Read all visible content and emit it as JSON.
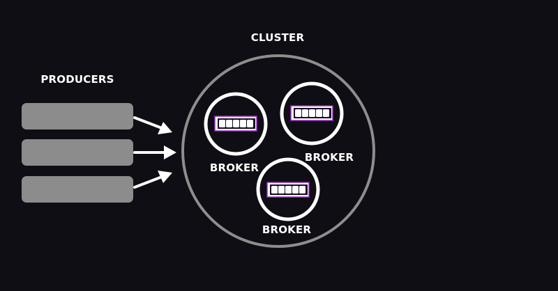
{
  "producers": {
    "title": "PRODUCERS",
    "count": 3
  },
  "cluster": {
    "title": "CLUSTER",
    "brokers": [
      {
        "label": "BROKER",
        "segments": 5
      },
      {
        "label": "BROKER",
        "segments": 5
      },
      {
        "label": "BROKER",
        "segments": 5
      }
    ]
  },
  "colors": {
    "background": "#0f0e14",
    "producer_box": "#8c8c8c",
    "cluster_ring": "#8e8e8e",
    "broker_ring": "#ffffff",
    "queue_border": "#9b28c8",
    "queue_segment": "#ffffff",
    "arrow": "#ffffff"
  },
  "icons": {
    "arrow": "right-arrow-icon",
    "queue": "partition-queue-icon"
  }
}
